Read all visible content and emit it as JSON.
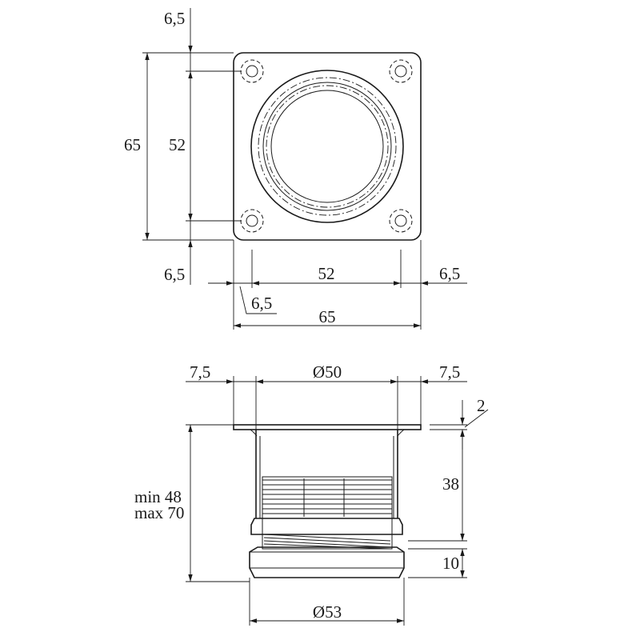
{
  "top_view": {
    "left_top_offset": "6,5",
    "left_total": "65",
    "left_inner": "52",
    "left_bottom_offset": "6,5",
    "bottom_inner": "52",
    "bottom_right_offset": "6,5",
    "bottom_left_offset": "6,5",
    "bottom_total": "65"
  },
  "side_view": {
    "flange_left": "7,5",
    "bore_diameter": "Ø50",
    "flange_right": "7,5",
    "flange_thickness": "2",
    "height_min": "min 48",
    "height_max": "max 70",
    "thread_height": "38",
    "foot_height": "10",
    "foot_diameter": "Ø53"
  }
}
